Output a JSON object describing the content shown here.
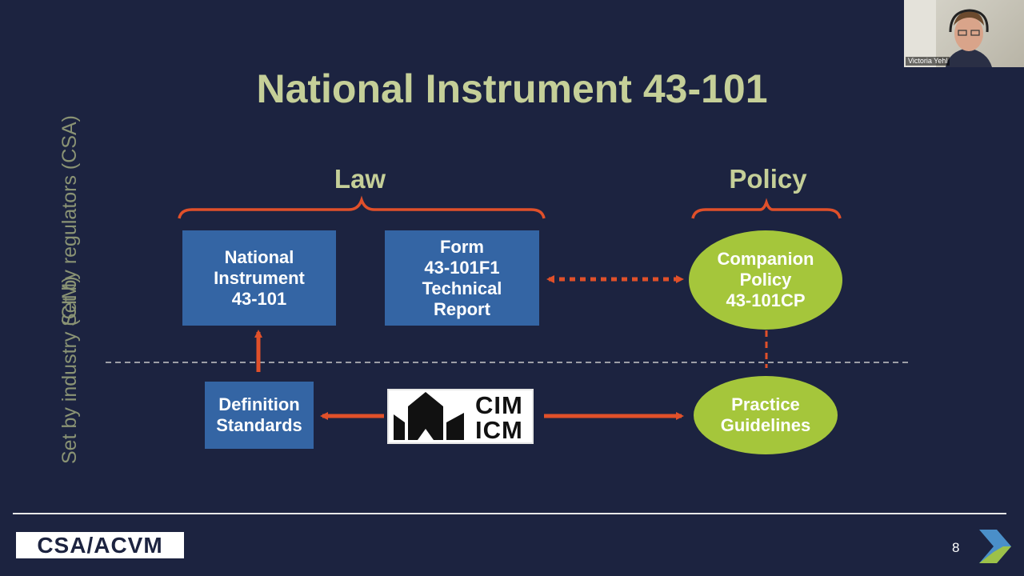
{
  "slide": {
    "title": "National Instrument 43-101",
    "page_number": "8"
  },
  "groups": {
    "law_label": "Law",
    "policy_label": "Policy"
  },
  "rows": {
    "regulators_label": "Set by\nregulators\n(CSA)",
    "industry_label": "Set by\nindustry\n(CIM)"
  },
  "nodes": {
    "national_instrument": "National\nInstrument\n43-101",
    "form_report": "Form\n43-101F1\nTechnical\nReport",
    "companion_policy": "Companion\nPolicy\n43-101CP",
    "definition_standards": "Definition\nStandards",
    "practice_guidelines": "Practice\nGuidelines"
  },
  "logos": {
    "cim_text": "CIM\nICM",
    "csa_text": "CSA/ACVM"
  },
  "webcam": {
    "participant_name": "Victoria Yehl"
  },
  "colors": {
    "background": "#1c2340",
    "title": "#c5cf98",
    "box_blue": "#3465a4",
    "ellipse_green": "#a5c63b",
    "arrow_orange": "#e0502a"
  }
}
